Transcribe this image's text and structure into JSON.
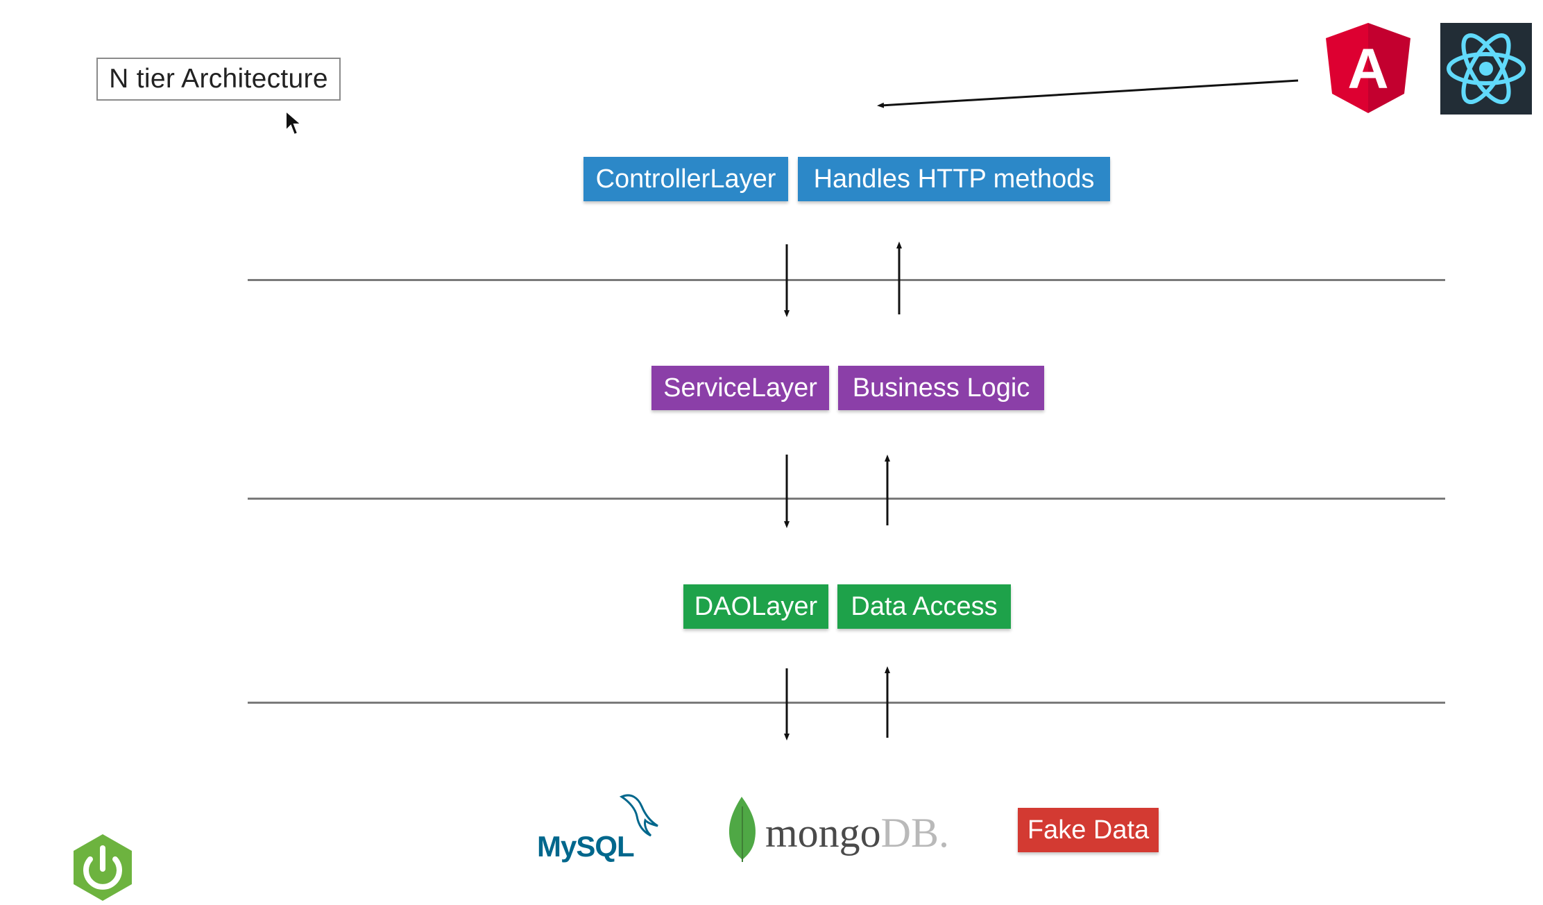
{
  "title": "N tier Architecture",
  "colors": {
    "controller": "#2c88c8",
    "service": "#8b3fa8",
    "dao": "#1ea24a",
    "fake_data": "#d33a32",
    "angular_red": "#dd0031",
    "angular_dark": "#c3002f",
    "react_bg": "#222d36",
    "react_atom": "#61dafb",
    "mongo_leaf": "#4fa845",
    "mongo_text": "#4a4a4a",
    "mysql_blue": "#00678c",
    "mysql_orange": "#e48e00",
    "spring_green": "#6db33f"
  },
  "layers": [
    {
      "name": "ControllerLayer",
      "description": "Handles HTTP methods",
      "color_key": "controller"
    },
    {
      "name": "ServiceLayer",
      "description": "Business Logic",
      "color_key": "service"
    },
    {
      "name": "DAOLayer",
      "description": "Data Access",
      "color_key": "dao"
    }
  ],
  "data_sources": {
    "mysql_label": "MySQL",
    "mongo_label": "mongo",
    "mongo_suffix": "DB.",
    "fake_data": "Fake Data"
  },
  "logos": {
    "top_right": [
      "angular-icon",
      "react-icon"
    ],
    "bottom_left": "spring-boot-icon",
    "angular_letter": "A"
  }
}
